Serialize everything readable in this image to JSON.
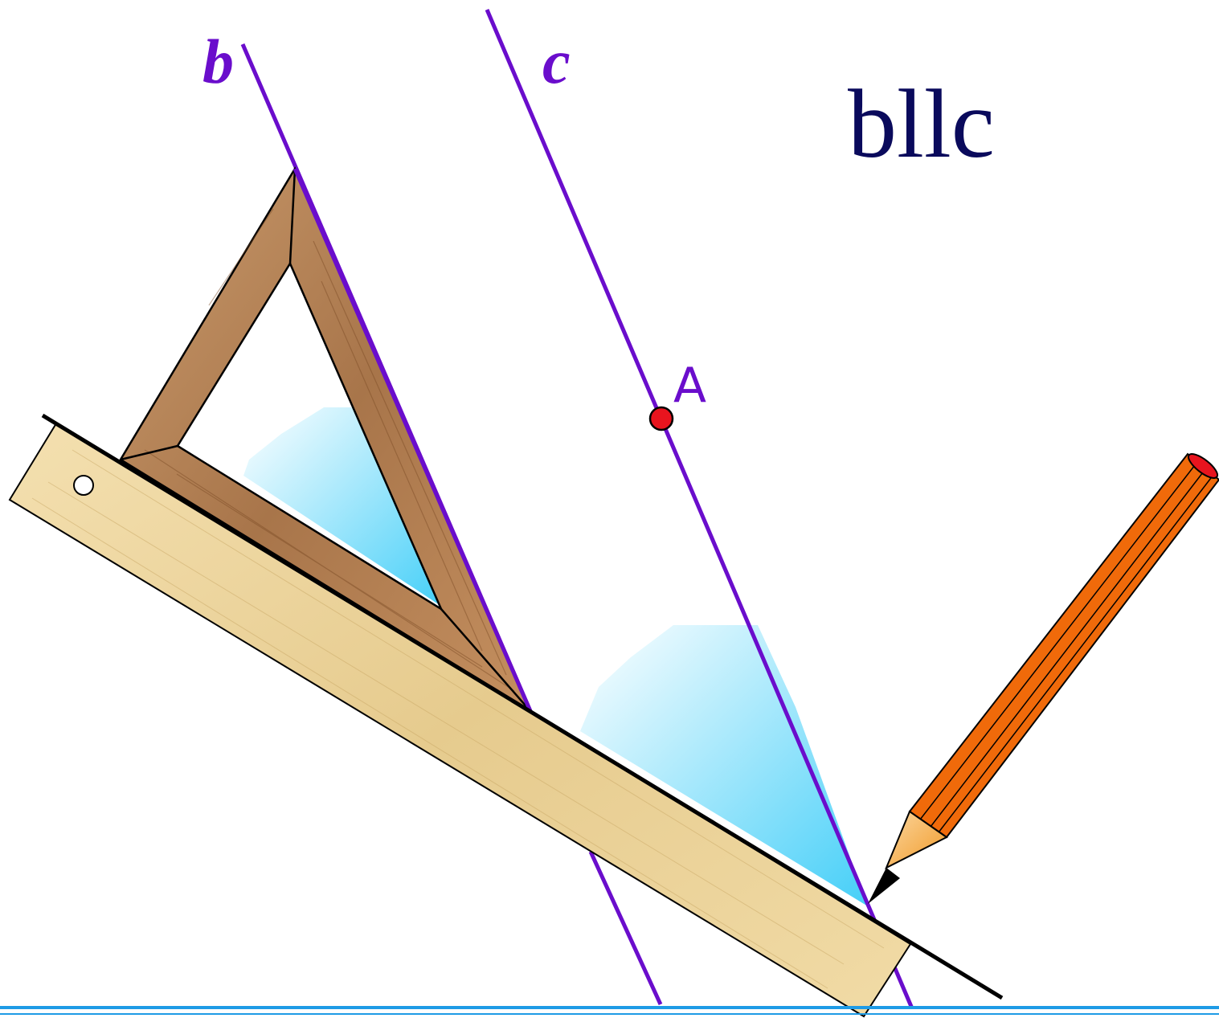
{
  "labels": {
    "line_b": "b",
    "line_c": "c",
    "relation": "bllc",
    "point_a": "A"
  },
  "colors": {
    "line": "#6a0dcc",
    "relation_text": "#0a0a5c",
    "point_fill": "#e8141e",
    "shading_light": "#e6f8ff",
    "shading_dark": "#45cff8",
    "ruler_light": "#f2dca8",
    "ruler_dark": "#d9bc78",
    "set_square_light": "#c7976a",
    "set_square_dark": "#8a5a33",
    "pencil_body": "#f06a0a",
    "pencil_wood": "#f8c070",
    "bottom_rule": "#1e9be6"
  },
  "icons": {
    "ruler": "ruler-icon",
    "set_square": "set-square-icon",
    "pencil": "pencil-icon"
  }
}
